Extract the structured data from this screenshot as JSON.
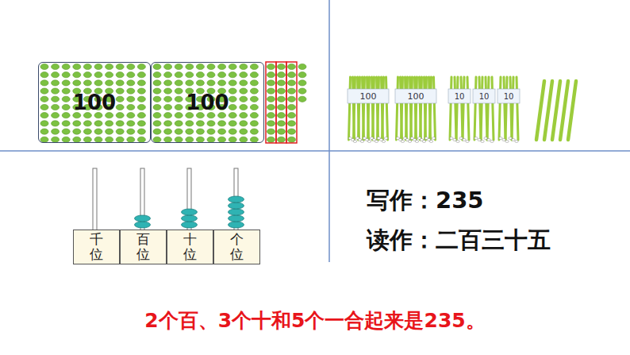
{
  "diagram": {
    "caption": "2个百、3个十和5个一合起来是235。",
    "nodes": [
      {
        "text": [
          "100"
        ]
      },
      {
        "text": [
          "100"
        ]
      },
      {
        "text": [
          "千位"
        ]
      },
      {
        "text": [
          "百位"
        ]
      },
      {
        "text": [
          "十位"
        ]
      },
      {
        "text": [
          "个位"
        ]
      }
    ],
    "labels": [
      "100",
      "100",
      "10",
      "10",
      "10",
      "写作：235",
      "读作：二百三十五"
    ]
  }
}
